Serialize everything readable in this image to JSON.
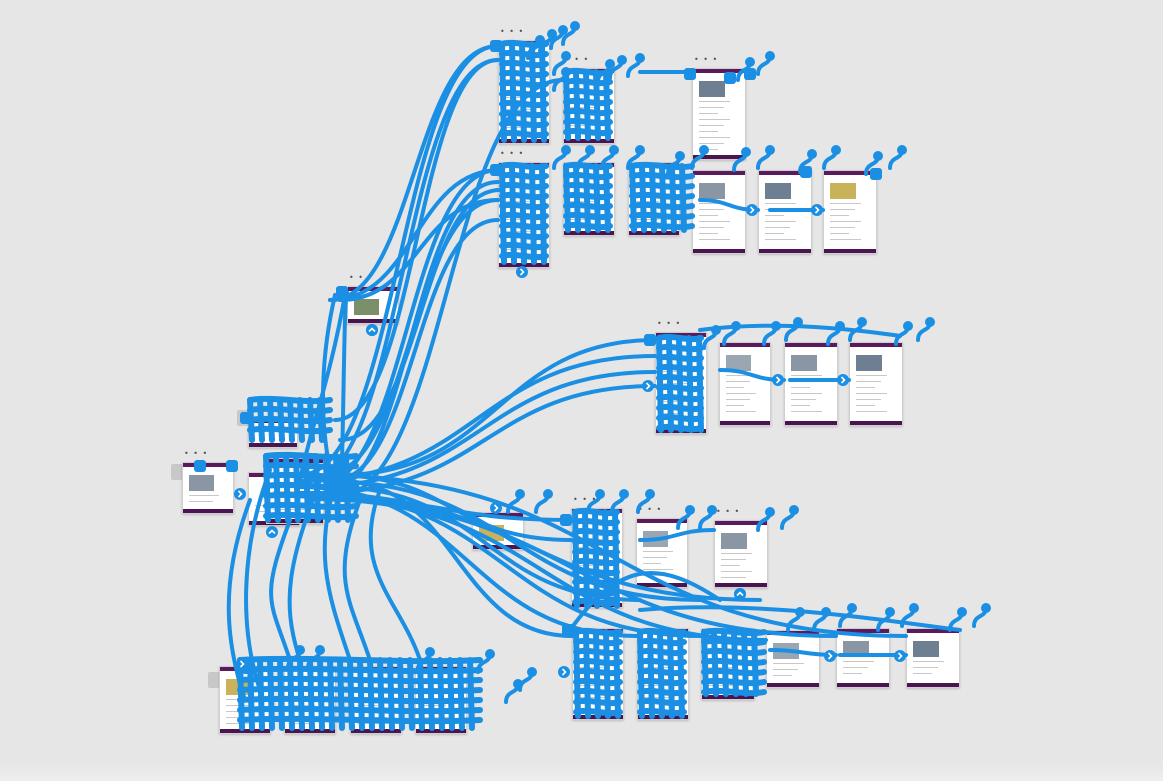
{
  "app": {
    "view": "prototype-flow-canvas"
  },
  "colors": {
    "canvas_bg": "#e6e6e6",
    "connector": "#1a8fe3",
    "screen_header": "#5a1a5e",
    "screen_footer": "#4a1450"
  },
  "screen_options_label": "• • •",
  "icons": {
    "connector_start": "rounded-square-handle",
    "connector_end": "circle-pin",
    "transition": "chevron-right-icon",
    "back": "chevron-up-icon"
  }
}
